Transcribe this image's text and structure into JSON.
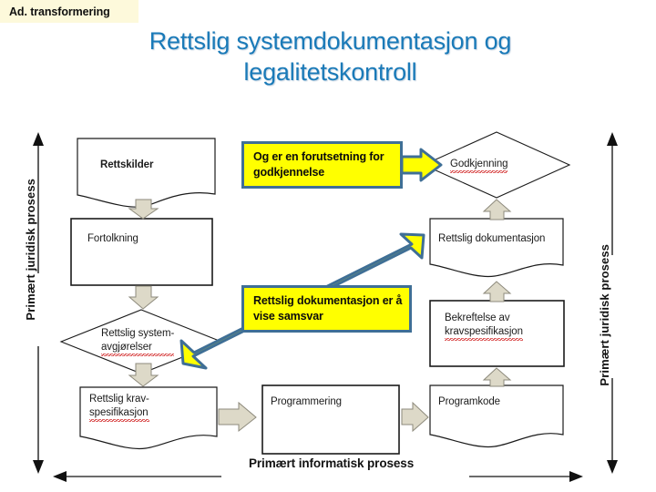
{
  "corner_tag": {
    "label": "Ad. transformering"
  },
  "title": {
    "line1": "Rettslig systemdokumentasjon og",
    "line2": "legalitetskontroll"
  },
  "colors": {
    "title_blue": "#1a7ab8",
    "callout_fill": "#ffff00",
    "callout_border": "#3f6f96",
    "arrow_grey_fill": "#ddd9c8",
    "arrow_grey_stroke": "#8d8a7c",
    "tag_background": "#fdf9db",
    "spellcheck_red": "#d32f2f",
    "shape_stroke": "#1b1b1b"
  },
  "diagram": {
    "nodes": [
      {
        "id": "rettskilder",
        "label": "Rettskilder",
        "shape": "document",
        "column": "left",
        "misspelled": false
      },
      {
        "id": "fortolkning",
        "label": "Fortolkning",
        "shape": "rectangle",
        "column": "left",
        "misspelled": false
      },
      {
        "id": "system-avgjorelser",
        "label": "Rettslig system-\navgjørelser",
        "shape": "diamond",
        "column": "left",
        "misspelled": true
      },
      {
        "id": "kravspesifikasjon",
        "label": "Rettslig krav-\nspesifikasjon",
        "shape": "document",
        "column": "left",
        "misspelled": true
      },
      {
        "id": "programmering",
        "label": "Programmering",
        "shape": "rectangle",
        "column": "center",
        "misspelled": false
      },
      {
        "id": "godkjenning",
        "label": "Godkjenning",
        "shape": "diamond",
        "column": "right",
        "misspelled": true
      },
      {
        "id": "rettslig-dok",
        "label": "Rettslig dokumentasjon",
        "shape": "document",
        "column": "right",
        "misspelled": false
      },
      {
        "id": "bekreftelse",
        "label": "Bekreftelse av\nkravspesifikasjon",
        "shape": "rectangle",
        "column": "right",
        "misspelled": true
      },
      {
        "id": "programkode",
        "label": "Programkode",
        "shape": "document",
        "column": "right",
        "misspelled": false
      }
    ],
    "callouts": [
      {
        "id": "callout-godkjennelse",
        "text": "Og er en forutsetning for godkjennelse",
        "points_to": "godkjenning",
        "arrow": "single-right"
      },
      {
        "id": "callout-samsvar",
        "text": "Rettslig dokumentasjon er å vise samsvar",
        "points_to": "rettslig-dok",
        "arrow": "double-diagonal"
      }
    ],
    "axis_labels": {
      "left_vertical": "Primært juridisk prosess",
      "right_vertical": "Primært juridisk prosess",
      "bottom_horizontal": "Primært informatisk prosess"
    }
  }
}
